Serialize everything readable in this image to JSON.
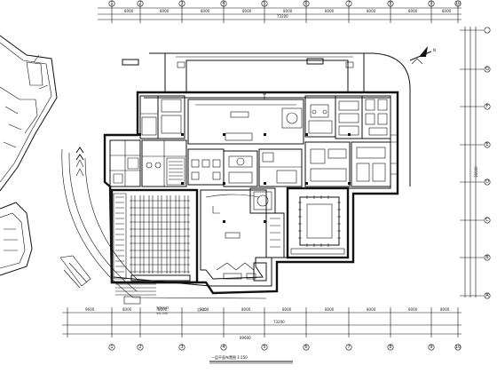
{
  "grid": {
    "columns": [
      "1",
      "2",
      "3",
      "4",
      "5",
      "6",
      "7",
      "8",
      "9",
      "10",
      "11"
    ],
    "rows": [
      "A",
      "B",
      "C",
      "D",
      "E",
      "F",
      "G"
    ]
  },
  "dimensions": {
    "top_total": "73200",
    "bottom_total": "73200",
    "bottom_overall": "89600",
    "right_total": "36000",
    "top_segments": [
      "8000",
      "8000",
      "8000",
      "8000",
      "8000",
      "8000",
      "8000",
      "8000",
      "8000"
    ],
    "bottom_segments": [
      "9600",
      "8000",
      "8000",
      "8000",
      "8000",
      "8000",
      "8000",
      "8000",
      "8000",
      "8000"
    ],
    "right_segments": [
      "6000",
      "6000",
      "6000",
      "6000",
      "6000",
      "6000"
    ]
  },
  "labels": {
    "drawing_title": "一层平面布置图  1:150",
    "note_line_1": "室外地坪",
    "note_line_2": "±0.000",
    "note_line_3": "主入口",
    "north_arrow": "N"
  },
  "colors": {
    "ink": "#111111",
    "background": "#ffffff"
  },
  "icons": [
    "north-arrow-icon",
    "entrance-arrow-icon"
  ]
}
